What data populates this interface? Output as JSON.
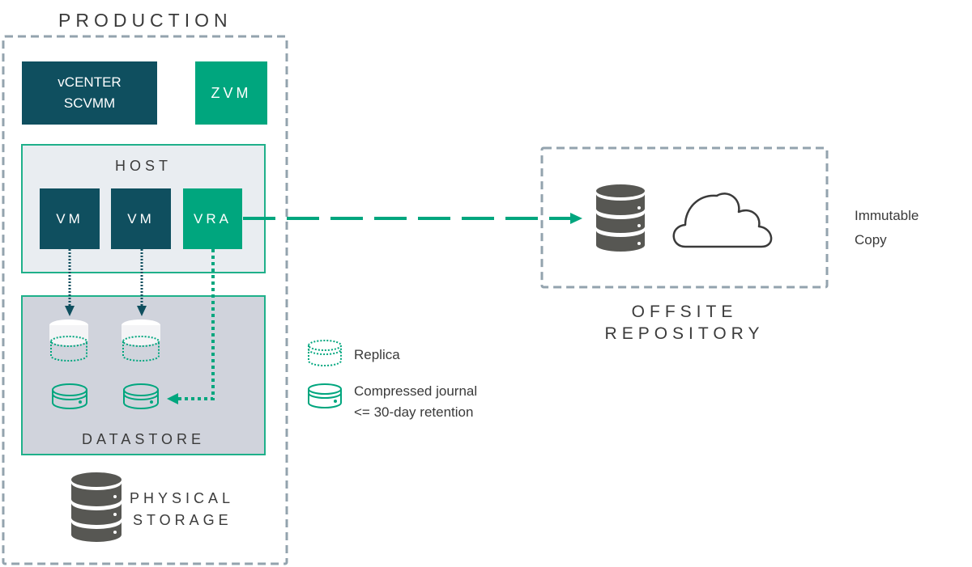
{
  "production": {
    "title": "PRODUCTION",
    "vcenter_line1": "vCENTER",
    "vcenter_line2": "SCVMM",
    "zvm": "ZVM",
    "host": {
      "title": "HOST",
      "vm1": "VM",
      "vm2": "VM",
      "vra": "VRA"
    },
    "datastore": {
      "title": "DATASTORE"
    },
    "physical_storage": {
      "line1": "PHYSICAL",
      "line2": "STORAGE"
    }
  },
  "legend": {
    "replica": "Replica",
    "journal_line1": "Compressed journal",
    "journal_line2": "<= 30-day retention"
  },
  "offsite": {
    "title_line1": "OFFSITE",
    "title_line2": "REPOSITORY",
    "note_line1": "Immutable",
    "note_line2": "Copy"
  },
  "colors": {
    "dark_teal": "#0f4f5f",
    "green": "#00a67e",
    "dashed_border": "#93a3ae",
    "host_bg": "#e9edf1",
    "datastore_bg": "#d0d3dc",
    "storage_icon": "#575753"
  }
}
